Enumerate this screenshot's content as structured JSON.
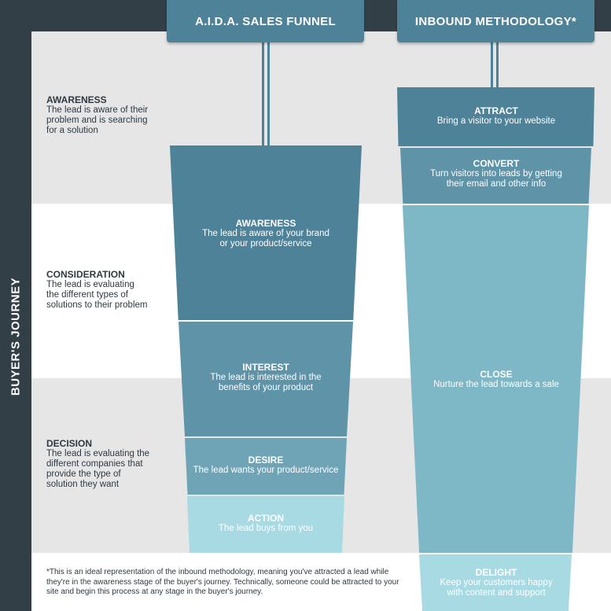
{
  "sidebar": {
    "label": "BUYER'S JOURNEY"
  },
  "journey_stages": [
    {
      "title": "AWARENESS",
      "description": "The lead is aware of their\nproblem and is searching\nfor a solution"
    },
    {
      "title": "CONSIDERATION",
      "description": "The lead is evaluating\nthe different types of\nsolutions to their problem"
    },
    {
      "title": "DECISION",
      "description": "The lead is evaluating the\ndifferent companies that\nprovide the type of\nsolution they want"
    }
  ],
  "aida": {
    "header": "A.I.D.A. SALES FUNNEL",
    "stages": [
      {
        "title": "AWARENESS",
        "description": "The lead is aware of your brand\nor your product/service",
        "color": "#4e8298"
      },
      {
        "title": "INTEREST",
        "description": "The lead is interested in the\nbenefits of your product",
        "color": "#5f93a8"
      },
      {
        "title": "DESIRE",
        "description": "The lead wants your product/service",
        "color": "#6fa4b7"
      },
      {
        "title": "ACTION",
        "description": "The lead buys from you",
        "color": "#a8dae4"
      }
    ]
  },
  "inbound": {
    "header": "INBOUND METHODOLOGY*",
    "stages": [
      {
        "title": "ATTRACT",
        "description": "Bring a visitor to your website",
        "color": "#4e8298"
      },
      {
        "title": "CONVERT",
        "description": "Turn visitors into leads by getting\ntheir email and other info",
        "color": "#5f93a8"
      },
      {
        "title": "CLOSE",
        "description": "Nurture the lead towards a sale",
        "color": "#7eb7c6"
      },
      {
        "title": "DELIGHT",
        "description": "Keep your customers happy\nwith content and support",
        "color": "#a8dae4"
      }
    ]
  },
  "footnote": "*This is an ideal representation of the inbound methodology, meaning you've attracted a lead while they're in the awareness stage of the buyer's journey. Technically, someone could be attracted to your site and begin this process at any stage in the buyer's journey.",
  "colors": {
    "dark": "#333f47",
    "band_grey": "#e6e6e7",
    "text": "#2e3942"
  }
}
